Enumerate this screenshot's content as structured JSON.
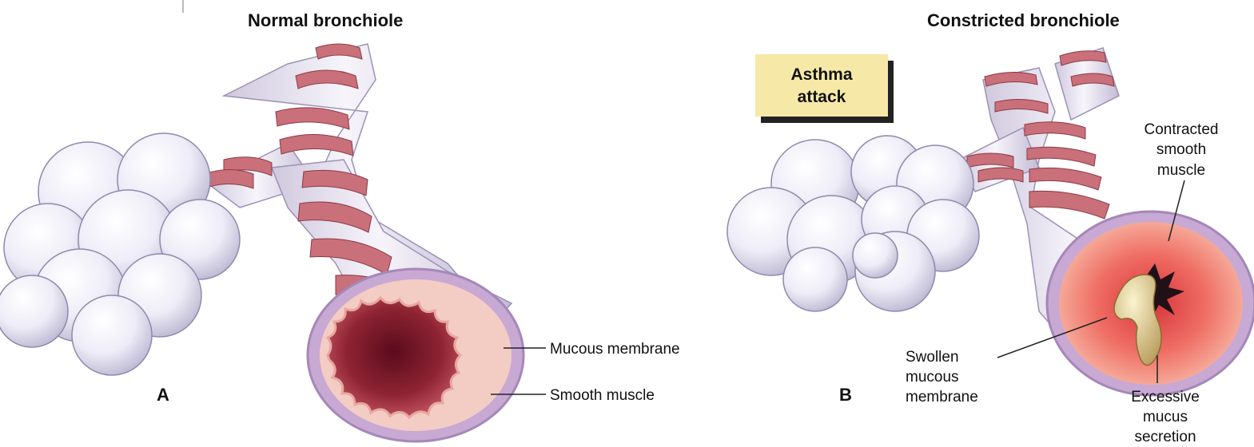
{
  "titles": {
    "left": "Normal bronchiole",
    "right": "Constricted bronchiole"
  },
  "badge": {
    "line1": "Asthma",
    "line2": "attack",
    "color": "#f6e8a6"
  },
  "panels": {
    "left_letter": "A",
    "right_letter": "B"
  },
  "labels": {
    "mucous_membrane": "Mucous membrane",
    "smooth_muscle": "Smooth muscle",
    "contracted_smooth_muscle": [
      "Contracted",
      "smooth",
      "muscle"
    ],
    "swollen_mucous_membrane": [
      "Swollen",
      "mucous",
      "membrane"
    ],
    "excessive_mucus_secretion": [
      "Excessive",
      "mucus",
      "secretion"
    ]
  },
  "colors": {
    "alveoli": "#e9e7f4",
    "tube": "#e6e1ef",
    "tube_rim": "#b79ac8",
    "muscle_band": "#c9707a",
    "lumen_normal": "#8e2333",
    "lumen_inflamed": "#ef6e64",
    "mucus": "#e4d4a0"
  }
}
